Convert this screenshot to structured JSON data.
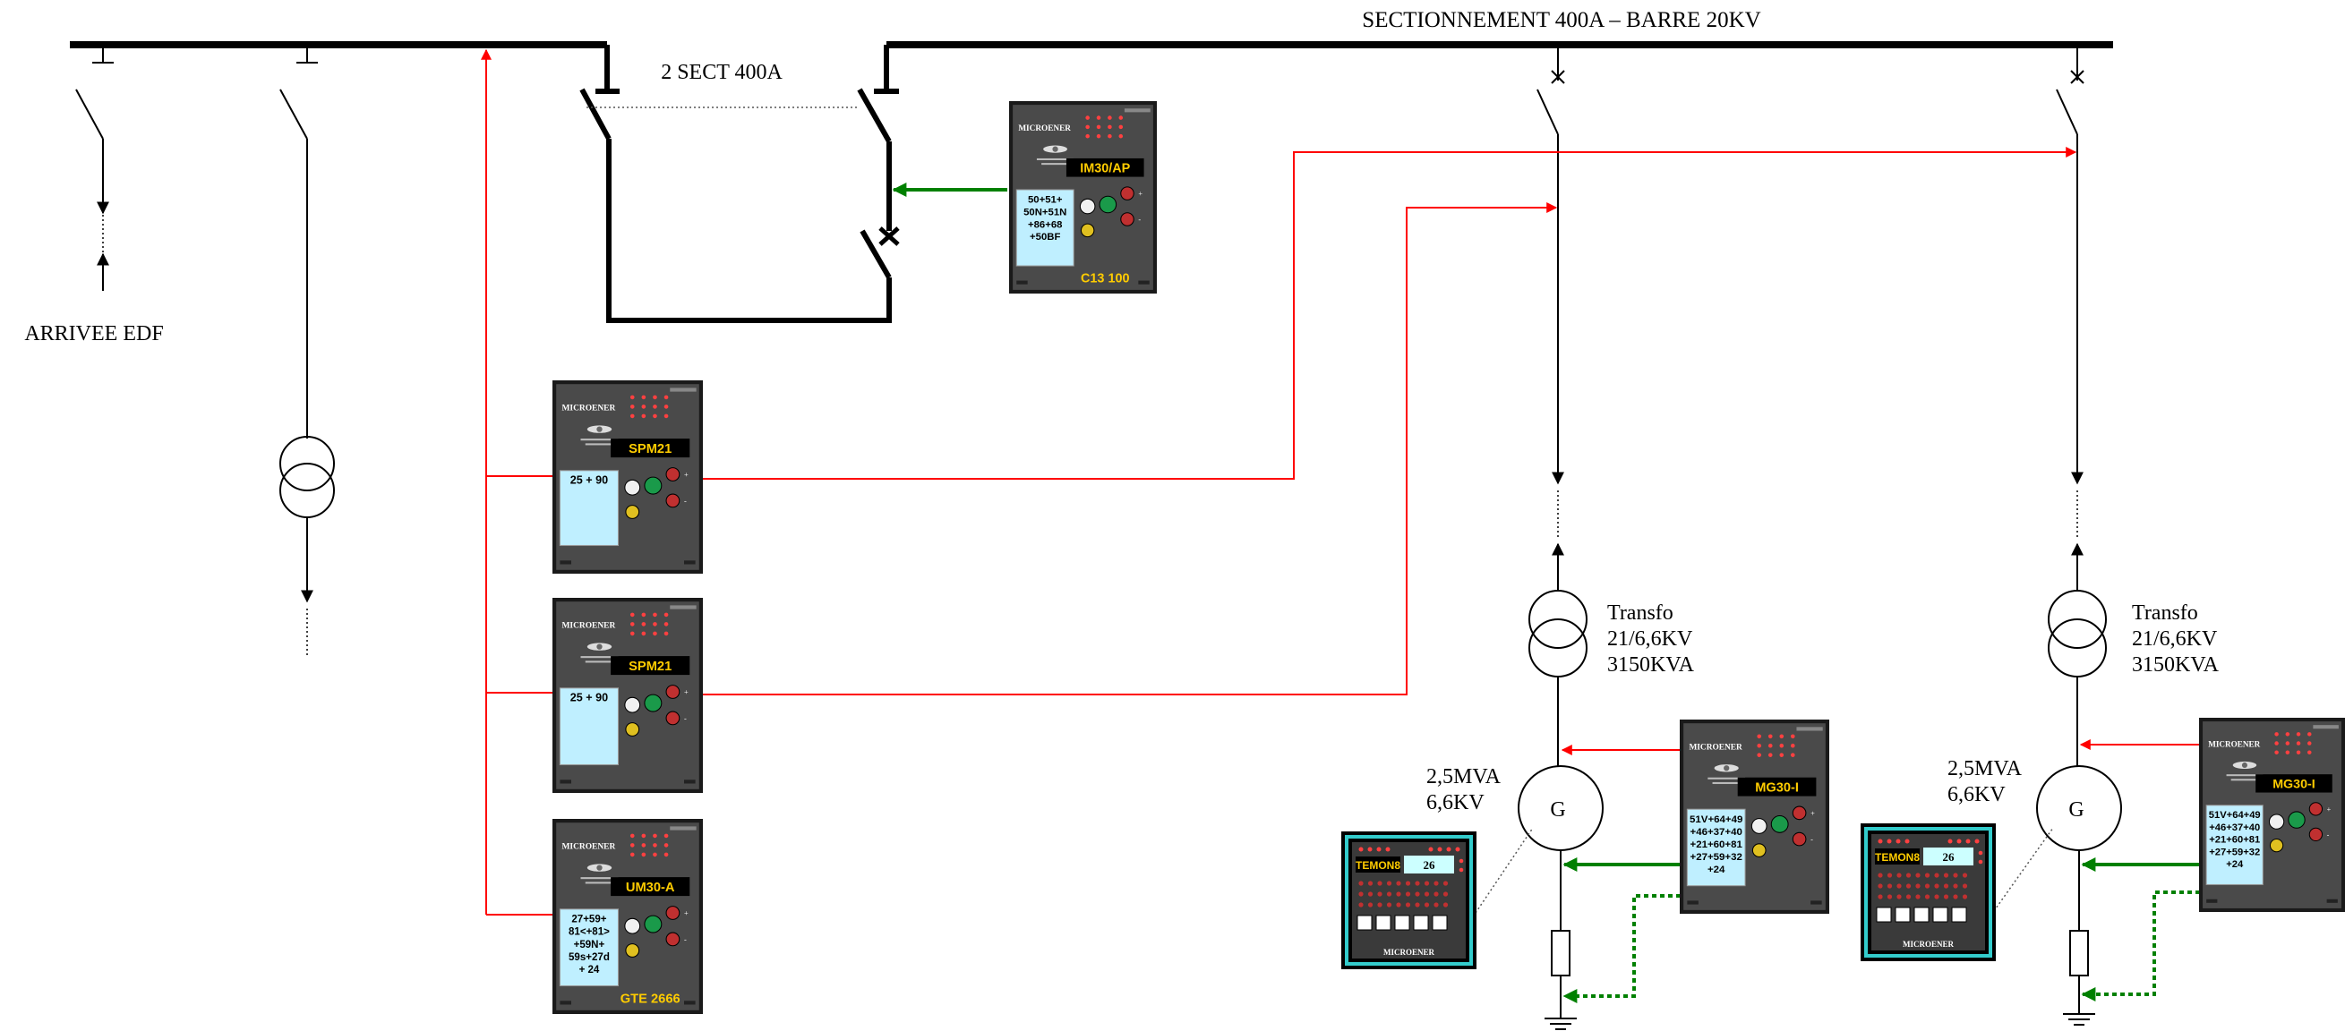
{
  "labels": {
    "busbar_title": "SECTIONNEMENT 400A – BARRE 20KV",
    "sect_label": "2 SECT 400A",
    "arrivee": "ARRIVEE EDF",
    "transfo": [
      "Transfo",
      "21/6,6KV",
      "3150KVA"
    ],
    "gen_rating": [
      "2,5MVA",
      "6,6KV"
    ],
    "gen_symbol": "G"
  },
  "relays": {
    "im30": {
      "brand": "MICROENER",
      "model": "IM30/AP",
      "functions": [
        "50+51+",
        "50N+51N",
        "+86+68",
        "+50BF"
      ],
      "footer": "C13 100"
    },
    "spm21_a": {
      "brand": "MICROENER",
      "model": "SPM21",
      "functions": [
        "25 + 90"
      ]
    },
    "spm21_b": {
      "brand": "MICROENER",
      "model": "SPM21",
      "functions": [
        "25 + 90"
      ]
    },
    "um30": {
      "brand": "MICROENER",
      "model": "UM30-A",
      "functions": [
        "27+59+",
        "81<+81>",
        "+59N+",
        "59s+27d",
        "+ 24"
      ],
      "footer": "GTE 2666"
    },
    "mg30_a": {
      "brand": "MICROENER",
      "model": "MG30-I",
      "functions": [
        "51V+64+49",
        "+46+37+40",
        "+21+60+81",
        "+27+59+32",
        "+24"
      ]
    },
    "mg30_b": {
      "brand": "MICROENER",
      "model": "MG30-I",
      "functions": [
        "51V+64+49",
        "+46+37+40",
        "+21+60+81",
        "+27+59+32",
        "+24"
      ]
    }
  },
  "temons": {
    "a": {
      "model": "TEMON8",
      "value": "26",
      "brand": "MICROENER"
    },
    "b": {
      "model": "TEMON8",
      "value": "26",
      "brand": "MICROENER"
    }
  },
  "colors": {
    "line": "#000000",
    "trip": "#ff0000",
    "measure": "#008000",
    "relay_body": "#4a4a4a",
    "relay_model_bg": "#000000",
    "relay_model_fg": "#ffcc00",
    "relay_display": "#bfefff",
    "temon_frame": "#33cccc"
  }
}
